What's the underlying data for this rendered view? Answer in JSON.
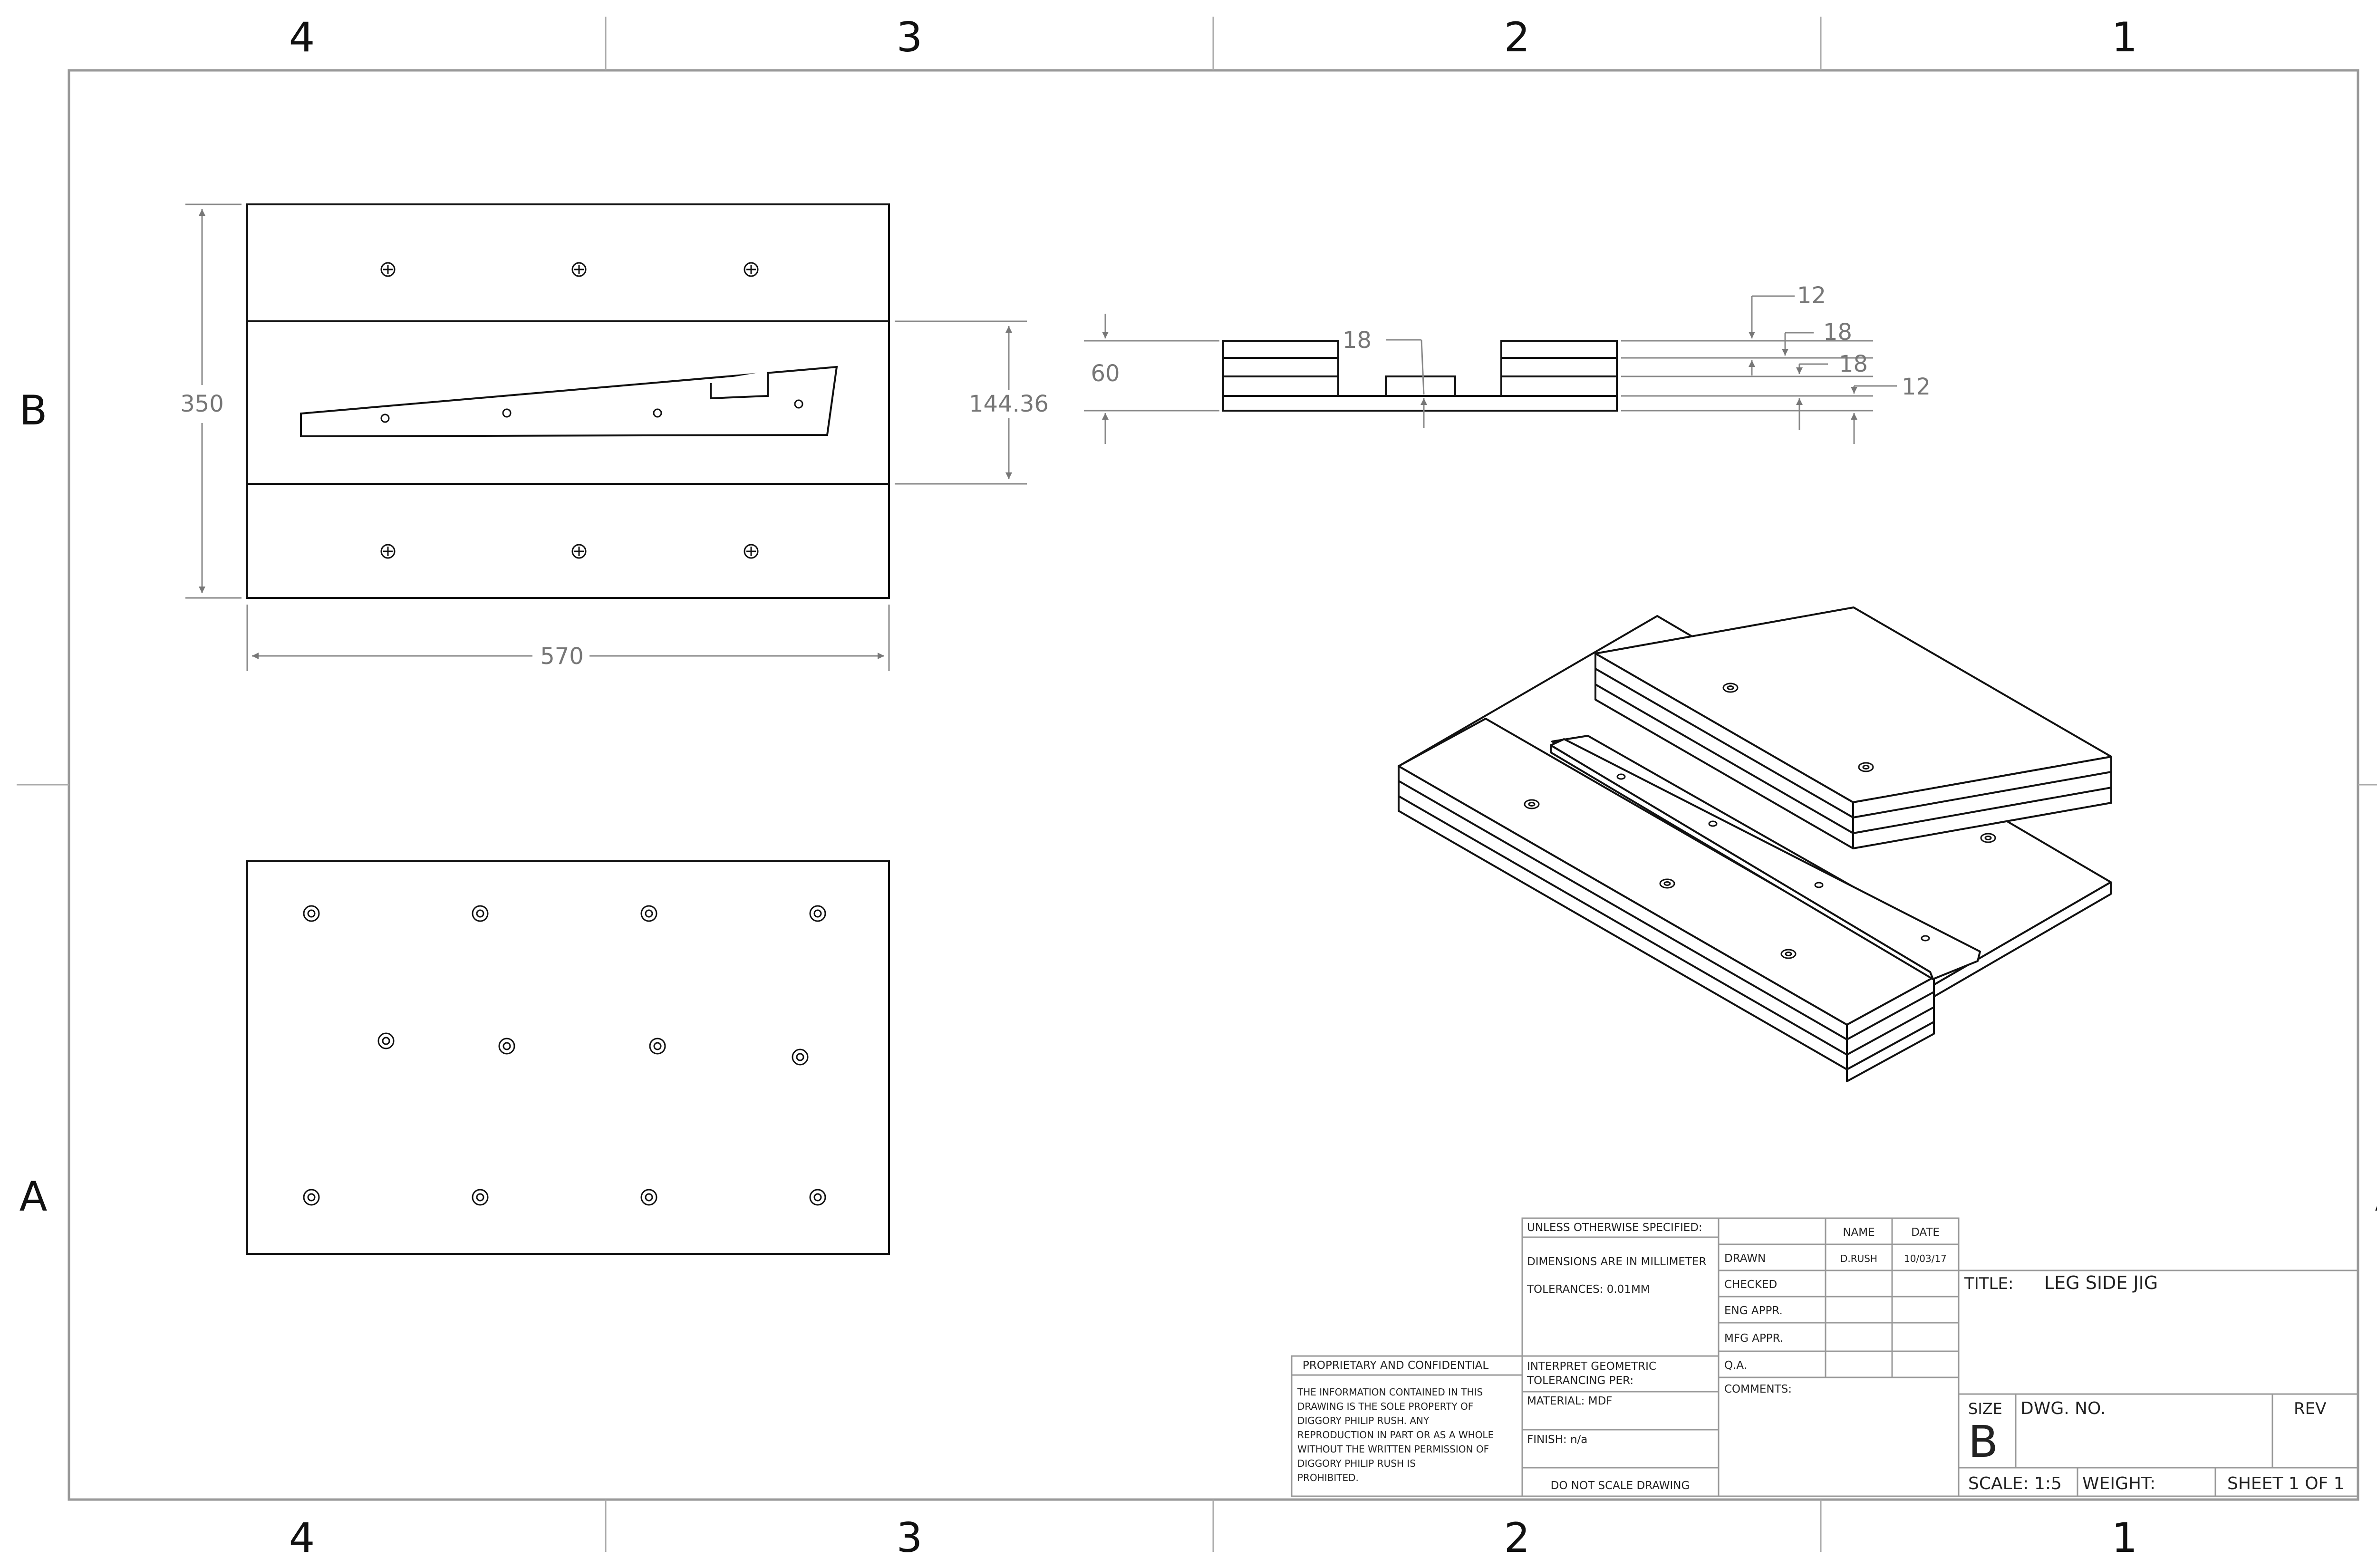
{
  "zones": {
    "columns": [
      "4",
      "3",
      "2",
      "1"
    ],
    "rows": [
      "B",
      "A"
    ]
  },
  "dimensions": {
    "plan_height": "350",
    "plan_width": "570",
    "slot_width": "144.36",
    "section_total_height": "60",
    "section_center_block": "18",
    "section_layer_a": "12",
    "section_layer_b": "18",
    "section_layer_c": "18",
    "section_layer_d": "12"
  },
  "title_block": {
    "unless_specified": "UNLESS OTHERWISE SPECIFIED:",
    "dimensions_unit": "DIMENSIONS ARE IN MILLIMETER",
    "tolerances": "TOLERANCES: 0.01MM",
    "interpret_line1": "INTERPRET GEOMETRIC",
    "interpret_line2": "TOLERANCING PER:",
    "material": "MATERIAL: MDF",
    "finish": "FINISH: n/a",
    "do_not_scale": "DO NOT SCALE DRAWING",
    "name_header": "NAME",
    "date_header": "DATE",
    "drawn_label": "DRAWN",
    "drawn_name": "D.RUSH",
    "drawn_date": "10/03/17",
    "checked_label": "CHECKED",
    "eng_appr_label": "ENG APPR.",
    "mfg_appr_label": "MFG APPR.",
    "qa_label": "Q.A.",
    "comments_label": "COMMENTS:",
    "proprietary_title": "PROPRIETARY AND CONFIDENTIAL",
    "proprietary_lines": [
      "THE INFORMATION CONTAINED IN THIS",
      "DRAWING IS THE SOLE PROPERTY OF",
      "DIGGORY PHILIP RUSH.  ANY",
      "REPRODUCTION IN PART OR AS A WHOLE",
      "WITHOUT THE WRITTEN PERMISSION OF",
      "DIGGORY PHILIP RUSH IS",
      "PROHIBITED."
    ],
    "title_label": "TITLE:",
    "title_value": "LEG SIDE JIG",
    "size_label": "SIZE",
    "size_value": "B",
    "dwg_no_label": "DWG.  NO.",
    "rev_label": "REV",
    "scale": "SCALE: 1:5",
    "weight": "WEIGHT:",
    "sheet": "SHEET 1 OF 1"
  }
}
